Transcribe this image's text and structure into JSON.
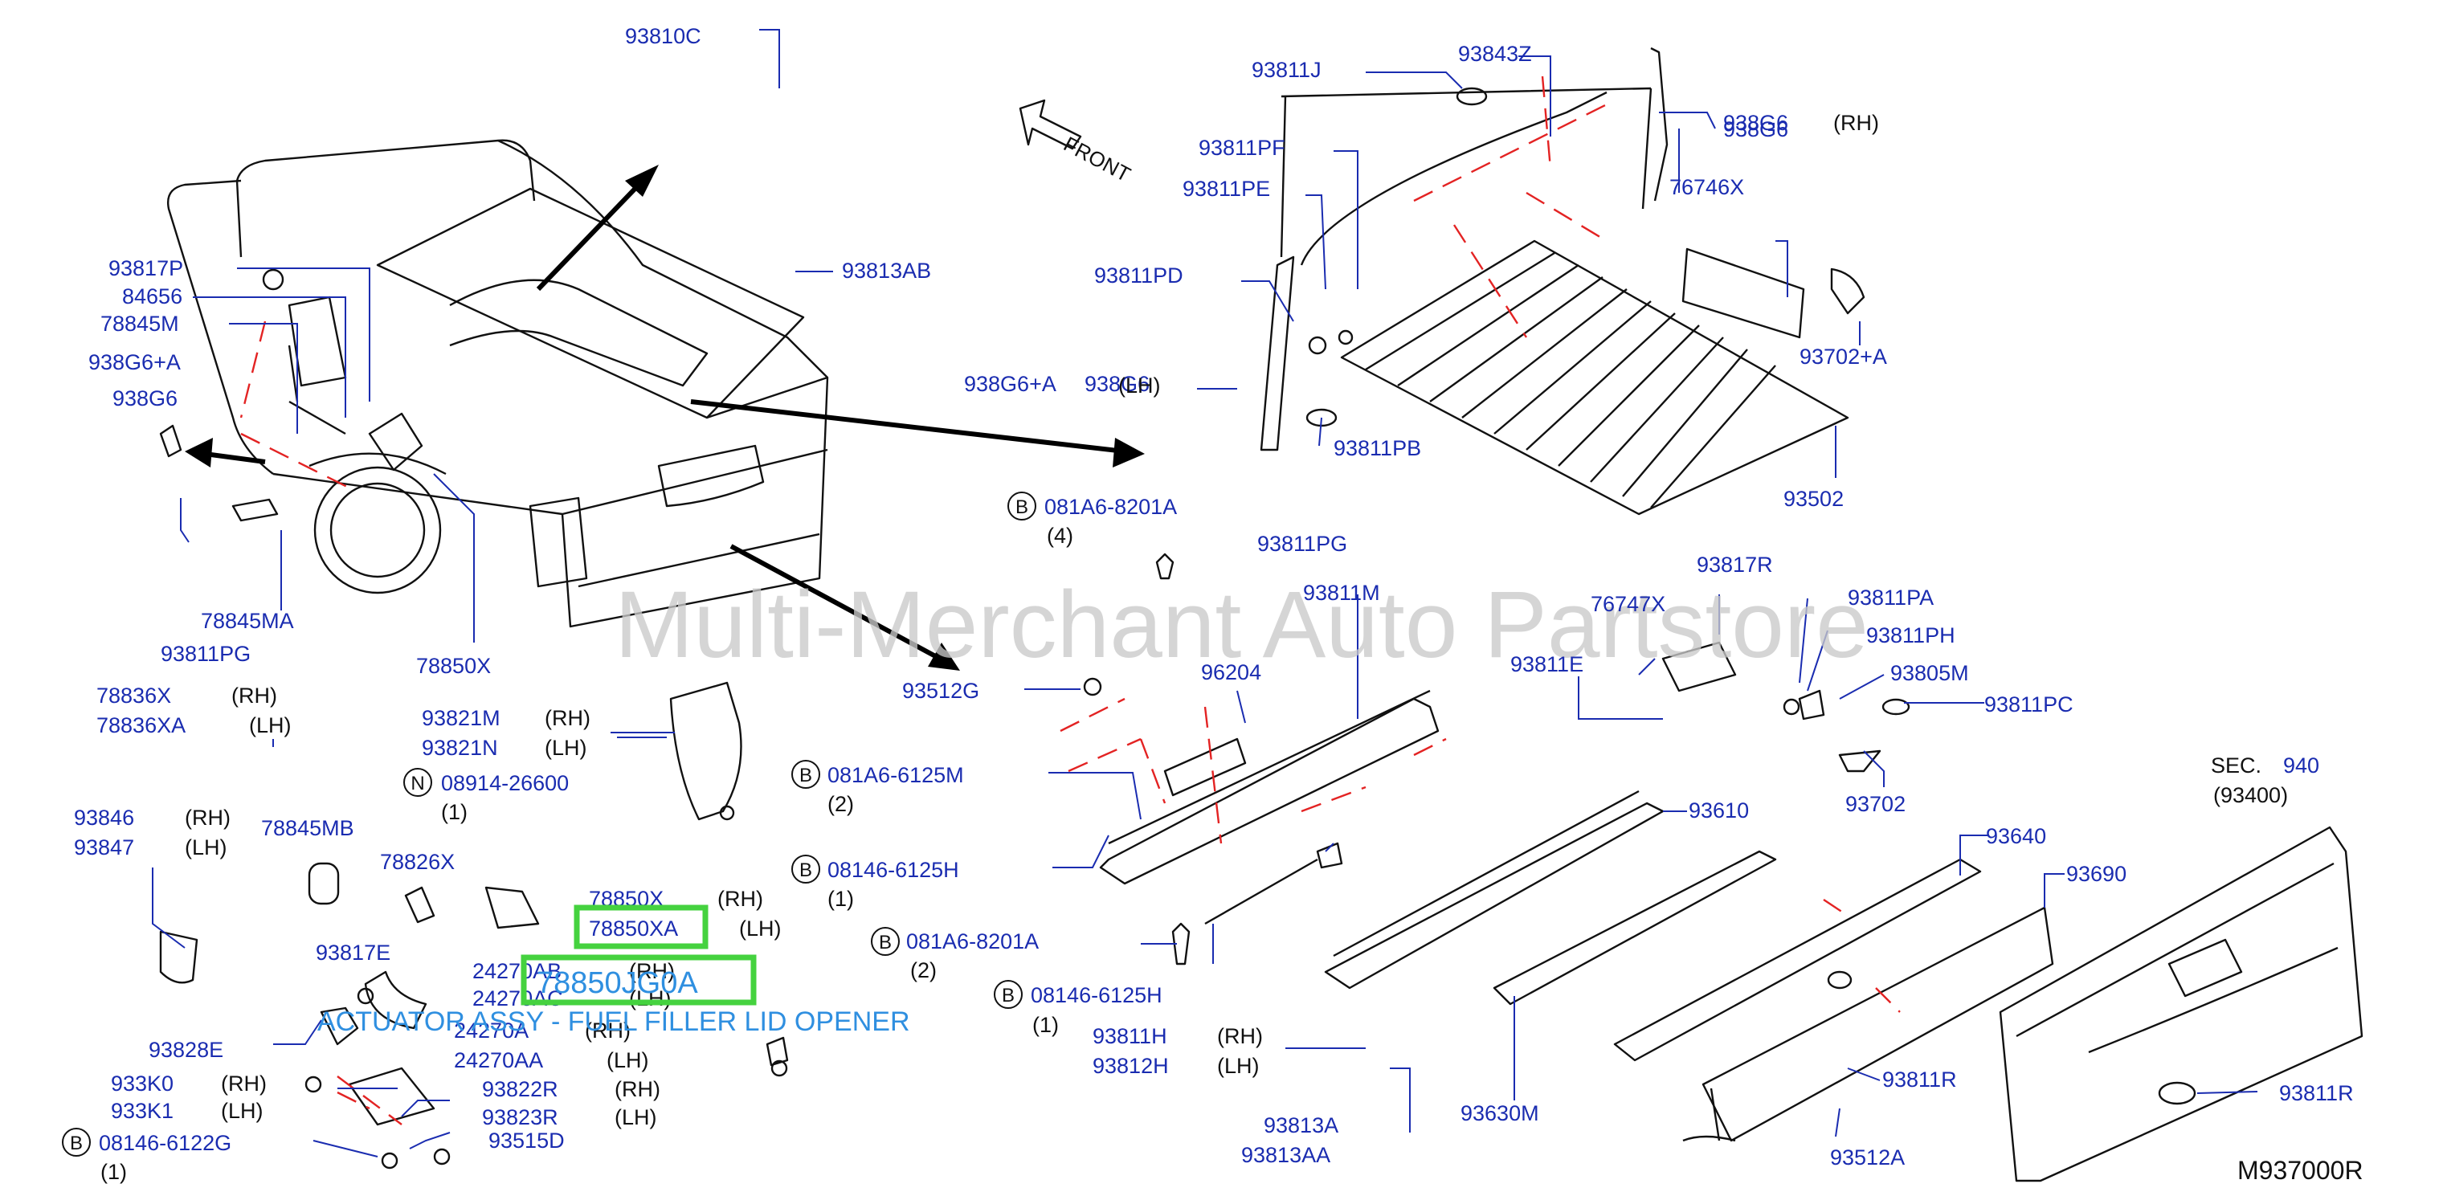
{
  "watermark": "Multi-Merchant Auto Partstore",
  "diagram_code": "M937000R",
  "highlight": {
    "part_number": "78850-JG0A",
    "part_number_display": "78850JG0A",
    "description": "ACTUATOR ASSY - FUEL FILLER LID OPENER"
  },
  "front_label": "FRONT",
  "sec_ref": {
    "prefix": "SEC.",
    "section": "940",
    "sub": "(93400)"
  },
  "side": {
    "rh": "(RH)",
    "lh": "(LH)"
  },
  "bolt_badge": "B",
  "nut_badge": "N",
  "labels": {
    "p93810C": "93810C",
    "p93813AB": "93813AB",
    "p93817P": "93817P",
    "p84656": "84656",
    "p78845M": "78845M",
    "p938G6A_l": "938G6+A",
    "p938G6_l": "938G6",
    "p78845MA": "78845MA",
    "p93811PG_l": "93811PG",
    "p78850X": "78850X",
    "p78836X": "78836X",
    "p78836XA": "78836XA",
    "p93811J": "93811J",
    "p93843Z": "93843Z",
    "p938G6_rh": "938G6",
    "p938G6_rh2": "938G6",
    "p93811PF": "93811PF",
    "p93811PE": "93811PE",
    "p76746X": "76746X",
    "p93811PD": "93811PD",
    "p93702A": "93702+A",
    "p938G6A_m": "938G6+A",
    "p938G6_m": "938G6",
    "p93811PB": "93811PB",
    "p93502": "93502",
    "p081A6_8201A_1": "081A6-8201A",
    "q4": "(4)",
    "p93811PG_m": "93811PG",
    "p93817R": "93817R",
    "p93811M": "93811M",
    "p76747X": "76747X",
    "p93811PA": "93811PA",
    "p93811PH": "93811PH",
    "p93811E": "93811E",
    "p93805M": "93805M",
    "p93811PC": "93811PC",
    "p93512G": "93512G",
    "p96204": "96204",
    "p93702": "93702",
    "p93821M": "93821M",
    "p93821N": "93821N",
    "p08914_26600": "08914-26600",
    "q1a": "(1)",
    "p081A6_6125M": "081A6-6125M",
    "q2a": "(2)",
    "p93610": "93610",
    "p93846": "93846",
    "p93847": "93847",
    "p78845MB": "78845MB",
    "p78826X": "78826X",
    "p08146_6125H_1": "08146-6125H",
    "q1b": "(1)",
    "p93640": "93640",
    "p93690": "93690",
    "p78850X_2": "78850X",
    "p78850XA": "78850XA",
    "p081A6_8201A_2": "081A6-8201A",
    "q2b": "(2)",
    "p93817E": "93817E",
    "p24270AB": "24270AB",
    "p24270AC": "24270AC",
    "p24270A": "24270A",
    "p24270AA": "24270AA",
    "p08146_6125H_2": "08146-6125H",
    "q1c": "(1)",
    "p93828E": "93828E",
    "p933K0": "933K0",
    "p933K1": "933K1",
    "p93822R": "93822R",
    "p93823R": "93823R",
    "p93811H": "93811H",
    "p93812H": "93812H",
    "p93811R_1": "93811R",
    "p93811R_2": "93811R",
    "p08146_6122G": "08146-6122G",
    "q1d": "(1)",
    "p93515D": "93515D",
    "p93813A": "93813A",
    "p93813AA": "93813AA",
    "p93630M": "93630M",
    "p93512A": "93512A"
  }
}
